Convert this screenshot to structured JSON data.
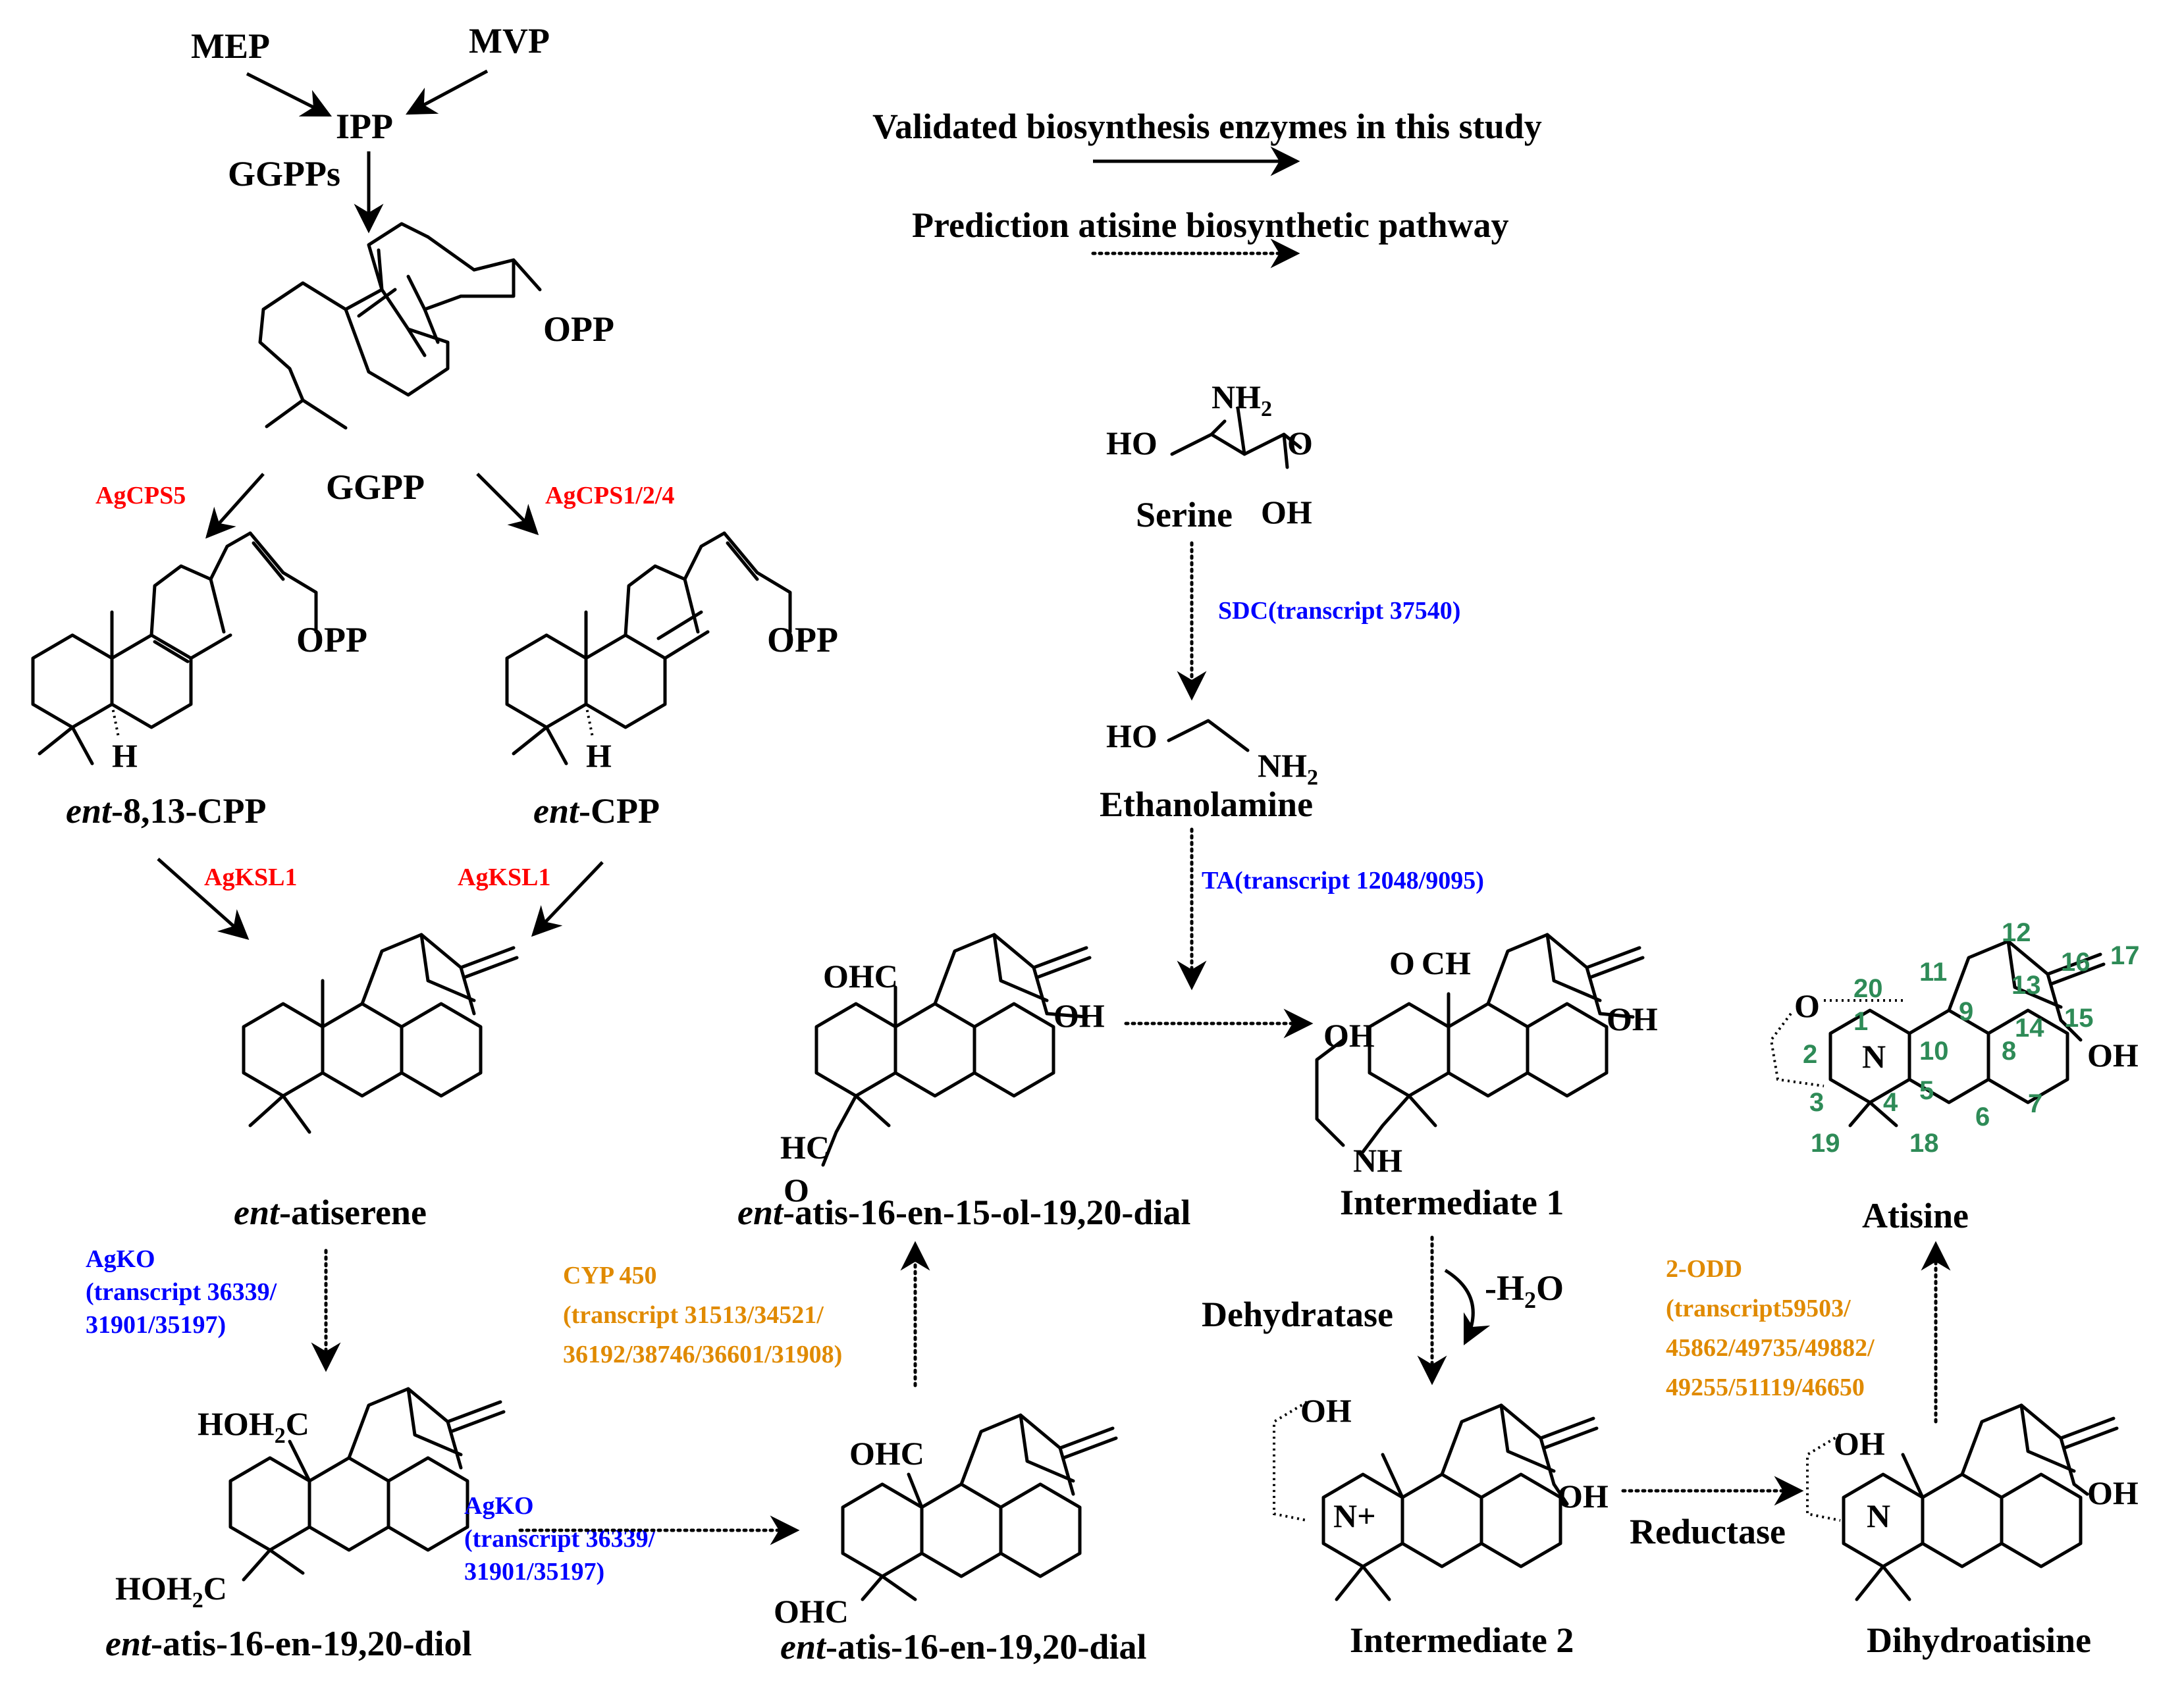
{
  "legend": {
    "validated": "Validated biosynthesis enzymes in this study",
    "predicted": "Prediction atisine biosynthetic pathway"
  },
  "compounds": {
    "mep": "MEP",
    "mvp": "MVP",
    "ipp": "IPP",
    "ggpps": "GGPPs",
    "ggpp": "GGPP",
    "opp": "OPP",
    "ent_813_cpp_prefix": "ent",
    "ent_813_cpp_suffix": "-8,13-CPP",
    "ent_cpp_prefix": "ent",
    "ent_cpp_suffix": "-CPP",
    "ent_atiserene_prefix": "ent",
    "ent_atiserene_suffix": "-atiserene",
    "diol_prefix": "ent",
    "diol_suffix": "-atis-16-en-19,20-diol",
    "dial_prefix": "ent",
    "dial_suffix": "-atis-16-en-19,20-dial",
    "olDial_prefix": "ent",
    "olDial_suffix": "-atis-16-en-15-ol-19,20-dial",
    "serine": "Serine",
    "ethanolamine": "Ethanolamine",
    "intermediate1": "Intermediate 1",
    "intermediate2": "Intermediate 2",
    "dihydroatisine": "Dihydroatisine",
    "atisine": "Atisine"
  },
  "enzymes": {
    "agcps5": "AgCPS5",
    "agcps124": "AgCPS1/2/4",
    "agksl1_left": "AgKSL1",
    "agksl1_right": "AgKSL1",
    "agko_1": "AgKO",
    "agko_1_t1": "(transcript 36339/",
    "agko_1_t2": "31901/35197)",
    "agko_2": "AgKO",
    "agko_2_t1": "(transcript 36339/",
    "agko_2_t2": "31901/35197)",
    "cyp": "CYP 450",
    "cyp_t1": "(transcript 31513/34521/",
    "cyp_t2": "36192/38746/36601/31908)",
    "sdc": "SDC(transcript 37540)",
    "ta": "TA(transcript 12048/9095)",
    "dehydratase": "Dehydratase",
    "minus_h2o": "-H",
    "minus_h2o_sub": "2",
    "minus_h2o_end": "O",
    "reductase": "Reductase",
    "odd": "2-ODD",
    "odd_t1": "(transcript59503/",
    "odd_t2": "45862/49735/49882/",
    "odd_t3": "49255/51119/46650"
  },
  "atoms": {
    "oh": "OH",
    "ho": "HO",
    "h": "H",
    "ohc": "OHC",
    "hc": "HC",
    "o": "O",
    "ch": "CH",
    "nh": "NH",
    "nh2": "NH",
    "sub2": "2",
    "hoh2c_a": "HOH",
    "hoh2c_b": "C",
    "n": "N",
    "nplus": "N+"
  },
  "numbering": [
    "1",
    "2",
    "3",
    "4",
    "5",
    "6",
    "7",
    "8",
    "9",
    "10",
    "11",
    "12",
    "13",
    "14",
    "15",
    "16",
    "17",
    "18",
    "19",
    "20"
  ],
  "colors": {
    "validated_enzyme": "#ff0000",
    "ko_enzyme": "#0000ff",
    "cyp_enzyme": "#e08a00",
    "hydroxyl": "#ff0000",
    "numbering": "#2e8b57"
  }
}
